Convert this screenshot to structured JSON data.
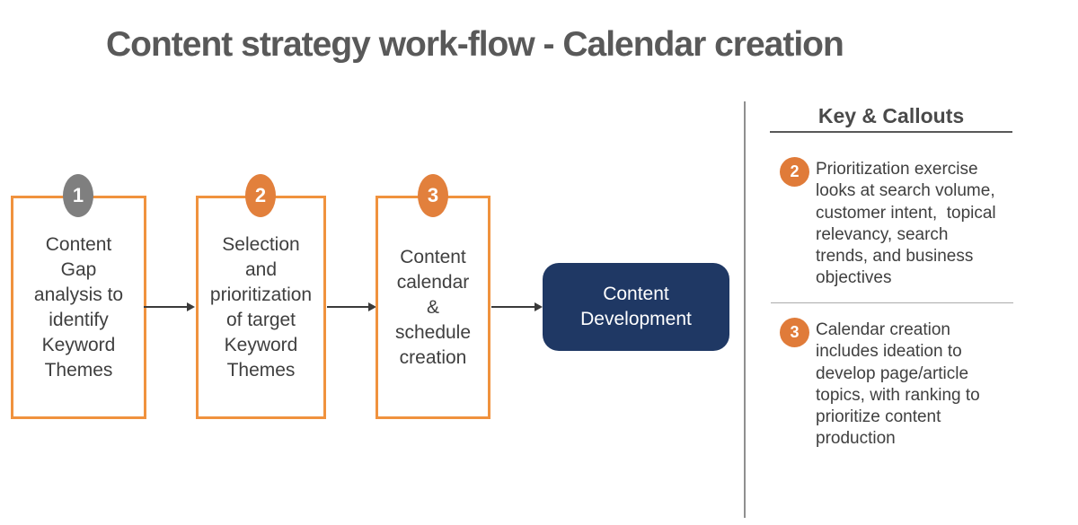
{
  "title": "Content strategy work-flow - Calendar creation",
  "colors": {
    "title_text": "#595959",
    "box_border_orange": "#F0923E",
    "badge_gray": "#7F7F7F",
    "badge_orange": "#E2803C",
    "callout_circle_orange": "#E07B39",
    "terminal_navy": "#1F3864",
    "body_text": "#3F3F3F",
    "arrow": "#3A3A3A",
    "divider": "#8F8F8F"
  },
  "flow": {
    "steps": [
      {
        "number": "1",
        "badge_color": "gray",
        "label": "Content\nGap\nanalysis to\nidentify\nKeyword\nThemes"
      },
      {
        "number": "2",
        "badge_color": "orange",
        "label": "Selection\nand\nprioritization\nof target\nKeyword\nThemes"
      },
      {
        "number": "3",
        "badge_color": "orange",
        "label": "Content\ncalendar\n&\nschedule\ncreation"
      }
    ],
    "terminal_label": "Content\nDevelopment"
  },
  "key_callouts": {
    "heading": "Key & Callouts",
    "items": [
      {
        "number": "2",
        "text": "Prioritization exercise\nlooks at search volume,\ncustomer intent,  topical\nrelevancy, search\ntrends, and business\nobjectives"
      },
      {
        "number": "3",
        "text": "Calendar creation\nincludes ideation to\ndevelop page/article\ntopics, with ranking to\nprioritize content\nproduction"
      }
    ]
  }
}
